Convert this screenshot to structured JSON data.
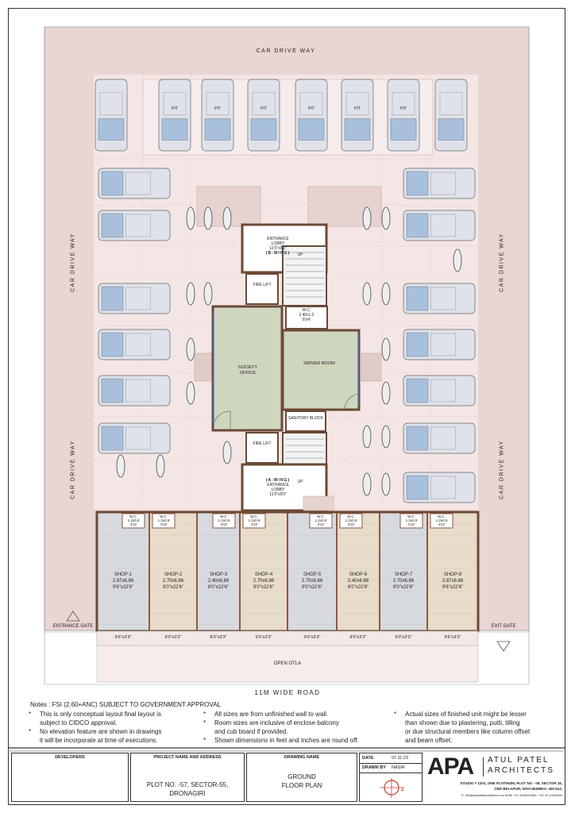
{
  "drawing": {
    "car_drive_way_top": "CAR DRIVE WAY",
    "car_drive_way_left_upper": "CAR DRIVE WAY",
    "car_drive_way_left_lower": "CAR DRIVE WAY",
    "car_drive_way_right_upper": "CAR DRIVE WAY",
    "car_drive_way_right_lower": "CAR DRIVE WAY",
    "pit_label": "PIT",
    "entrance_lobby_b": {
      "title": "ENTRANCE LOBBY",
      "size": "11'0\"x9'0\"",
      "wing": "(B-WING)"
    },
    "entrance_lobby_a": {
      "title": "ENTRANCE LOBBY",
      "size": "11'0\"x9'0\"",
      "wing": "(A-WING)"
    },
    "up_label": "UP",
    "fire_lift": "FIRE LIFT",
    "wc_top": {
      "title": "W.C.",
      "size": "2.40x1.2",
      "size_ft": "8'x4'"
    },
    "society_office": "SOCIETY OFFICE",
    "driver_room": "DRIVER ROOM",
    "sanitory_block": "SANITORY BLOCK",
    "shops": [
      {
        "name": "SHOP-1",
        "metric": "2.87x6.86",
        "imperial": "9'6\"x22'6\"",
        "otla": "9'6\"x3'3\""
      },
      {
        "name": "SHOP-2",
        "metric": "2.70x6.86",
        "imperial": "9'0\"x22'6\"",
        "otla": "9'0\"x3'3\""
      },
      {
        "name": "SHOP-3",
        "metric": "2.40x6.86",
        "imperial": "8'0\"x22'6\"",
        "otla": "8'0\"x3'3\""
      },
      {
        "name": "SHOP-4",
        "metric": "2.70x6.86",
        "imperial": "9'0\"x22'6\"",
        "otla": "9'0\"x3'3\""
      },
      {
        "name": "SHOP-5",
        "metric": "2.70x6.86",
        "imperial": "9'0\"x22'6\"",
        "otla": "9'0\"x3'3\""
      },
      {
        "name": "SHOP-6",
        "metric": "2.40x6.86",
        "imperial": "8'0\"x22'6\"",
        "otla": "8'0\"x3'3\""
      },
      {
        "name": "SHOP-7",
        "metric": "2.70x6.86",
        "imperial": "9'0\"x22'6\"",
        "otla": "9'0\"x3'3\""
      },
      {
        "name": "SHOP-8",
        "metric": "2.87x6.86",
        "imperial": "9'6\"x22'6\"",
        "otla": "9'6\"x3'3\""
      }
    ],
    "shop_wc": {
      "title": "W.C.",
      "size": "1.2x0.9",
      "size_ft": "4'x3'"
    },
    "entrance_gate": "ENTRANCE GATE",
    "exit_gate": "EXIT GATE",
    "open_otla": "OPEN OTLA",
    "road": "11M WIDE ROAD"
  },
  "notes": {
    "heading": "Notes : FSI (2.60+ANC) SUBJECT TO GOVERNMENT APPROVAL",
    "col1": [
      "This is only conceptual layout final layout is",
      "subject to CIDCO approval.",
      "No elevation feature are shown in drawings",
      "it will be incorporate at time of executions."
    ],
    "col2": [
      "All sizes are from unfinished wall to wall.",
      "Room sizes are inclusive of enclose balcony",
      "and cub board if provided.",
      "Shown dimensions in feet and inches are round off."
    ],
    "col3": [
      "Actual sizes of finished unit might be lesser",
      "than shown due to plastering, putti, tilling",
      "or due structural members like column offset",
      "and beam offset."
    ]
  },
  "title_block": {
    "developers_label": "DEVELOPERS",
    "project_label": "PROJECT NAME AND ADDRESS",
    "project_line1": "PLOT NO. -57, SECTOR-55,",
    "project_line2": "DRONAGIRI",
    "drawing_name_label": "DRAWING NAME",
    "drawing_name_line1": "GROUND",
    "drawing_name_line2": "FLOOR PLAN",
    "date_label": "DATE",
    "date_value": "07.11.23",
    "drawn_by_label": "DRAWN BY",
    "drawn_by_value": "NASIR",
    "logo_text": "APA",
    "firm_line1": "ATUL PATEL",
    "firm_line2": "ARCHITECTS",
    "address_line1": "STUDIO # 1201, ONE PLATINUM, PLOT NO - 08, SECTOR 15,",
    "address_line2": "CBD BELAPUR, NAVI MUMBAI- 400 614.",
    "contact": "E: info@atulpatelarchitects.com          MOB: +91 9326919480 / +91 22 47826000"
  },
  "colors": {
    "site": "#e9d5d2",
    "paving": "#f4e8e6",
    "wall": "#8a5a40",
    "shop_grey": "#d7dadf",
    "shop_beige": "#e8dccb",
    "office": "#cfd6c0",
    "car_body": "#dfe2ea",
    "car_glass": "#a8c0dc"
  }
}
